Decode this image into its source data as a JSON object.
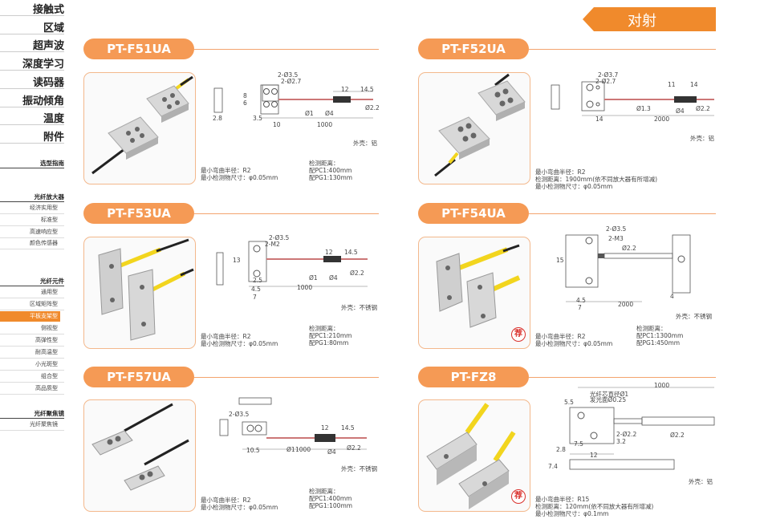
{
  "sidebar": {
    "categories": [
      "接触式",
      "区域",
      "超声波",
      "深度学习",
      "读码器",
      "振动倾角",
      "温度",
      "附件"
    ],
    "guide": "选型指南",
    "group1": {
      "title": "光纤放大器",
      "items": [
        "经济实用型",
        "标准型",
        "高速响应型",
        "颜色传感器"
      ]
    },
    "group2": {
      "title": "光纤元件",
      "items": [
        "通用型",
        "区域矩阵型",
        "平板支架型",
        "侧视型",
        "高弹性型",
        "耐高温型",
        "小光斑型",
        "组合型",
        "高品质型"
      ],
      "active_index": 2
    },
    "group3": {
      "title": "光纤聚焦镜",
      "items": [
        "光纤聚焦镜"
      ]
    }
  },
  "banner": "对射",
  "products": [
    {
      "model": "PT-F51UA",
      "shell": "外壳：铝",
      "specs_left": [
        "最小弯曲半径：R2",
        "最小检测物尺寸：φ0.05mm"
      ],
      "specs_right": [
        "检测距离：",
        "配PC1:400mm",
        "配PG1:130mm"
      ],
      "recommended": false,
      "dims": [
        "2-Ø3.5",
        "2-Ø2.7",
        "8",
        "6",
        "2.8",
        "3.5",
        "10",
        "12",
        "14.5",
        "Ø1",
        "Ø4",
        "Ø2.2",
        "1000"
      ]
    },
    {
      "model": "PT-F52UA",
      "shell": "外壳：铝",
      "specs_left": [
        "最小弯曲半径：R2",
        "检测距离：1900mm(依不同放大器有所增减)",
        "最小检测物尺寸：φ0.05mm"
      ],
      "specs_right": [],
      "recommended": false,
      "dims": [
        "2-Ø3.7",
        "2-Ø2.7",
        "Ø1.3",
        "11",
        "14",
        "Ø4",
        "Ø2.2",
        "14",
        "2000"
      ]
    },
    {
      "model": "PT-F53UA",
      "shell": "外壳：不锈钢",
      "specs_left": [
        "最小弯曲半径：R2",
        "最小检测物尺寸：φ0.05mm"
      ],
      "specs_right": [
        "检测距离：",
        "配PC1:210mm",
        "配PG1:80mm"
      ],
      "recommended": false,
      "dims": [
        "2-Ø3.5",
        "2-M2",
        "13",
        "2.5",
        "4.5",
        "7",
        "12",
        "14.5",
        "Ø1",
        "Ø4",
        "Ø2.2",
        "1000"
      ]
    },
    {
      "model": "PT-F54UA",
      "shell": "外壳：不锈钢",
      "specs_left": [
        "最小弯曲半径：R2",
        "最小检测物尺寸：φ0.05mm"
      ],
      "specs_right": [
        "检测距离：",
        "配PC1:1300mm",
        "配PG1:450mm"
      ],
      "recommended": true,
      "dims": [
        "2-Ø3.5",
        "2-M3",
        "Ø2.2",
        "15",
        "4.5",
        "7",
        "4",
        "2000"
      ]
    },
    {
      "model": "PT-F57UA",
      "shell": "外壳：不锈钢",
      "specs_left": [
        "最小弯曲半径：R2",
        "最小检测物尺寸：φ0.05mm"
      ],
      "specs_right": [
        "检测距离：",
        "配PC1:400mm",
        "配PG1:100mm"
      ],
      "recommended": false,
      "dims": [
        "2-Ø3.5",
        "12",
        "14.5",
        "Ø1",
        "Ø4",
        "Ø2.2",
        "10.5",
        "1000"
      ]
    },
    {
      "model": "PT-FZ8",
      "shell": "外壳：铝",
      "specs_left": [
        "最小弯曲半径：R15",
        "检测距离：120mm(依不同放大器有所增减)",
        "最小检测物尺寸：φ0.1mm"
      ],
      "specs_right": [],
      "recommended": true,
      "dims": [
        "1000",
        "5.5",
        "Ø2.2",
        "7.5",
        "2-Ø2.2",
        "3.2",
        "2.8",
        "12",
        "7.4",
        "光纤芯直径Ø1",
        "发光面Ø0.25"
      ]
    }
  ],
  "rec_label": "荐",
  "colors": {
    "accent": "#f08a2c",
    "title_pill": "#f59a55",
    "fiber": "#f2d51e",
    "active": "#f08a2c"
  }
}
